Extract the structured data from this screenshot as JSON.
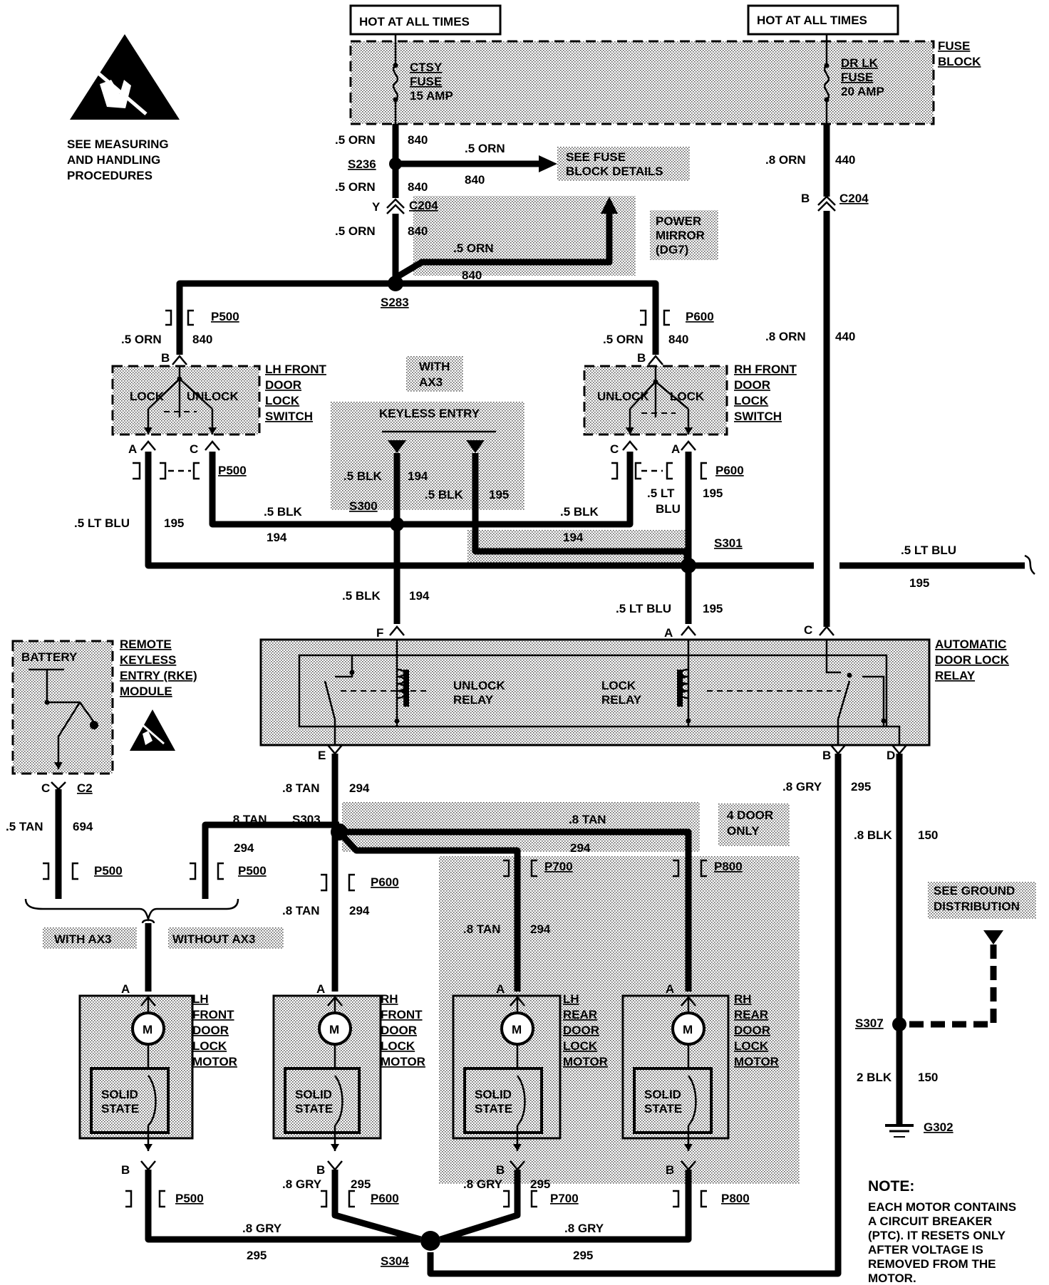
{
  "power": {
    "hot_left": "HOT AT ALL TIMES",
    "hot_right": "HOT AT ALL TIMES",
    "fuse_block_line1": "FUSE",
    "fuse_block_line2": "BLOCK",
    "ctsy_fuse": [
      "CTSY",
      "FUSE",
      "15 AMP"
    ],
    "drlk_fuse": [
      "DR LK",
      "FUSE",
      "20 AMP"
    ]
  },
  "esd": {
    "top_label": [
      "SEE MEASURING",
      "AND HANDLING",
      "PROCEDURES"
    ]
  },
  "wires": {
    "w_orn_840_a": ".5 ORN",
    "n_840_a": "840",
    "s236": "S236",
    "w_orn_840_b": ".5 ORN",
    "n_840_b": "840",
    "see_fuse_details": [
      "SEE FUSE",
      "BLOCK DETAILS"
    ],
    "branch_orn": ".5 ORN",
    "branch_840": "840",
    "c204_y_pin": "Y",
    "c204_left": "C204",
    "w_orn_840_c": ".5 ORN",
    "n_840_c": "840",
    "power_mirror": [
      "POWER",
      "MIRROR",
      "(DG7)"
    ],
    "mirror_orn": ".5 ORN",
    "mirror_840": "840",
    "s283": "S283",
    "w_orn_440_a": ".8 ORN",
    "n_440_a": "440",
    "c204_b_pin": "B",
    "c204_right": "C204",
    "w_orn_440_b": ".8 ORN",
    "n_440_b": "440"
  },
  "lh_switch": {
    "p500_top": "P500",
    "w_orn": ".5 ORN",
    "w_840": "840",
    "pin_b": "B",
    "lock": "LOCK",
    "unlock": "UNLOCK",
    "title": [
      "LH FRONT",
      "DOOR",
      "LOCK",
      "SWITCH"
    ],
    "pin_a": "A",
    "pin_c": "C",
    "p500_bottom": "P500"
  },
  "rh_switch": {
    "p600_top": "P600",
    "w_orn": ".5 ORN",
    "w_840": "840",
    "pin_b": "B",
    "unlock": "UNLOCK",
    "lock": "LOCK",
    "title": [
      "RH FRONT",
      "DOOR",
      "LOCK",
      "SWITCH"
    ],
    "pin_c": "C",
    "pin_a": "A",
    "p600_bottom": "P600"
  },
  "keyless": {
    "with_ax3": [
      "WITH",
      "AX3"
    ],
    "title": "KEYLESS ENTRY",
    "blk_194": ".5 BLK",
    "n_194": "194",
    "blk_195": ".5 BLK",
    "n_195": "195"
  },
  "mid": {
    "lt_blu_left": ".5 LT BLU",
    "n_195_left": "195",
    "blk_left": ".5 BLK",
    "n_194_left": "194",
    "s300": "S300",
    "blk_right": ".5 BLK",
    "n_194_right": "194",
    "lt_blu_rh": ".5 LT",
    "blu_rh": "BLU",
    "n_195_rh": "195",
    "s301": "S301",
    "lt_blu_far": ".5 LT BLU",
    "n_195_far": "195",
    "blk_f": ".5 BLK",
    "n_194_f": "194",
    "lt_blu_a": ".5 LT BLU",
    "n_195_a": "195"
  },
  "relay": {
    "pin_f": "F",
    "pin_a": "A",
    "pin_c": "C",
    "unlock": [
      "UNLOCK",
      "RELAY"
    ],
    "lock": [
      "LOCK",
      "RELAY"
    ],
    "title": [
      "AUTOMATIC",
      "DOOR LOCK",
      "RELAY"
    ],
    "pin_e": "E",
    "pin_b": "B",
    "pin_d": "D"
  },
  "rke": {
    "battery": "BATTERY",
    "title": [
      "REMOTE",
      "KEYLESS",
      "ENTRY (RKE)",
      "MODULE"
    ],
    "pin_c": "C",
    "c2": "C2",
    "tan_694": ".5 TAN",
    "n_694": "694",
    "p500_a": "P500",
    "p500_b": "P500",
    "with_ax3": "WITH AX3",
    "without_ax3": "WITHOUT AX3"
  },
  "lower": {
    "tan_294_e": ".8 TAN",
    "n_294_e": "294",
    "tan_left": ".8 TAN",
    "n_294_left": "294",
    "s303": "S303",
    "tan_right": ".8 TAN",
    "n_294_right": "294",
    "four_door": [
      "4 DOOR",
      "ONLY"
    ],
    "p600_mid": "P600",
    "tan_rh": ".8 TAN",
    "n_294_rh": "294",
    "p700_top": "P700",
    "p800_top": "P800",
    "tan_lhr": ".8 TAN",
    "n_294_lhr": "294",
    "gry_295": ".8 GRY",
    "n_295": "295",
    "blk_150": ".8 BLK",
    "n_150": "150",
    "see_ground": [
      "SEE GROUND",
      "DISTRIBUTION"
    ],
    "s307": "S307",
    "blk2_150": "2 BLK",
    "n2_150": "150",
    "g302": "G302"
  },
  "motors": {
    "lhf": [
      "LH",
      "FRONT",
      "DOOR",
      "LOCK",
      "MOTOR"
    ],
    "rhf": [
      "RH",
      "FRONT",
      "DOOR",
      "LOCK",
      "MOTOR"
    ],
    "lhr": [
      "LH",
      "REAR",
      "DOOR",
      "LOCK",
      "MOTOR"
    ],
    "rhr": [
      "RH",
      "REAR",
      "DOOR",
      "LOCK",
      "MOTOR"
    ],
    "m": "M",
    "solid": "SOLID",
    "state": "STATE",
    "pin_a": "A",
    "pin_b": "B"
  },
  "bottom": {
    "p500": "P500",
    "p600": "P600",
    "p700": "P700",
    "p800": "P800",
    "gry_rhf": ".8 GRY",
    "n_295_rhf": "295",
    "gry_lhr": ".8 GRY",
    "n_295_lhr": "295",
    "gry_left": ".8 GRY",
    "n_295_left": "295",
    "gry_right": ".8 GRY",
    "n_295_right": "295",
    "s304": "S304"
  },
  "note": {
    "title": "NOTE:",
    "lines": [
      "EACH MOTOR CONTAINS",
      "A CIRCUIT BREAKER",
      "(PTC). IT RESETS ONLY",
      "AFTER VOLTAGE IS",
      "REMOVED FROM THE",
      "MOTOR."
    ]
  }
}
